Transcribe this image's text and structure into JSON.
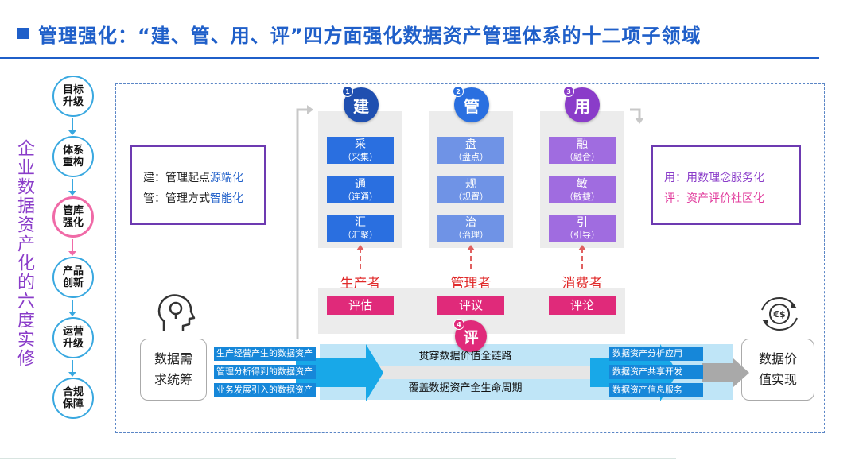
{
  "title": "管理强化：“建、管、用、评”四方面强化数据资产管理体系的十二项子领域",
  "vertical_title": "企业数据资产化的六度实修",
  "steps": [
    {
      "label": "目标\n升级"
    },
    {
      "label": "体系\n重构"
    },
    {
      "label": "管库\n强化"
    },
    {
      "label": "产品\n创新"
    },
    {
      "label": "运营\n升级"
    },
    {
      "label": "合规\n保障"
    }
  ],
  "left_box": {
    "line1_prefix": "建：管理起点",
    "line1_highlight": "源端化",
    "line2_prefix": "管：管理方式",
    "line2_highlight": "智能化"
  },
  "right_box": {
    "line1_prefix": "用：用数理念",
    "line1_highlight": "服务化",
    "line2_prefix": "评：资产评价",
    "line2_highlight": "社区化"
  },
  "columns": [
    {
      "head": "建",
      "badge": "1",
      "color": "#1f4fb0",
      "cell_color": "#2a6fe0",
      "cells": [
        {
          "main": "采",
          "sub": "（采集）"
        },
        {
          "main": "通",
          "sub": "（连通）"
        },
        {
          "main": "汇",
          "sub": "（汇聚）"
        }
      ],
      "role": "生产者",
      "eval": "评估"
    },
    {
      "head": "管",
      "badge": "2",
      "color": "#2a6fe0",
      "cell_color": "#6f93e6",
      "cells": [
        {
          "main": "盘",
          "sub": "（盘点）"
        },
        {
          "main": "规",
          "sub": "（规置）"
        },
        {
          "main": "治",
          "sub": "（治理）"
        }
      ],
      "role": "管理者",
      "eval": "评议"
    },
    {
      "head": "用",
      "badge": "3",
      "color": "#8a3cc9",
      "cell_color": "#a06ce0",
      "cells": [
        {
          "main": "融",
          "sub": "（融合）"
        },
        {
          "main": "敏",
          "sub": "（敏捷）"
        },
        {
          "main": "引",
          "sub": "（引导）"
        }
      ],
      "role": "消费者",
      "eval": "评论"
    }
  ],
  "ping": {
    "head": "评",
    "badge": "4"
  },
  "demand_box": {
    "line1": "数据需",
    "line2": "求统筹"
  },
  "value_box": {
    "line1": "数据价",
    "line2": "值实现"
  },
  "sources": [
    "生产经营产生的数据资产",
    "管理分析得到的数据资产",
    "业务发展引入的数据资产"
  ],
  "bands": [
    "贯穿数据价值全链路",
    "",
    "覆盖数据资产全生命周期"
  ],
  "outputs": [
    "数据资产分析应用",
    "数据资产共享开发",
    "数据资产信息服务"
  ],
  "colors": {
    "primary": "#1f5fc9",
    "purple": "#8a3cc9",
    "pink": "#e02a7a",
    "red": "#e02a2a"
  },
  "icons": [
    "head-idea-icon",
    "euro-dollar-exchange-icon"
  ]
}
